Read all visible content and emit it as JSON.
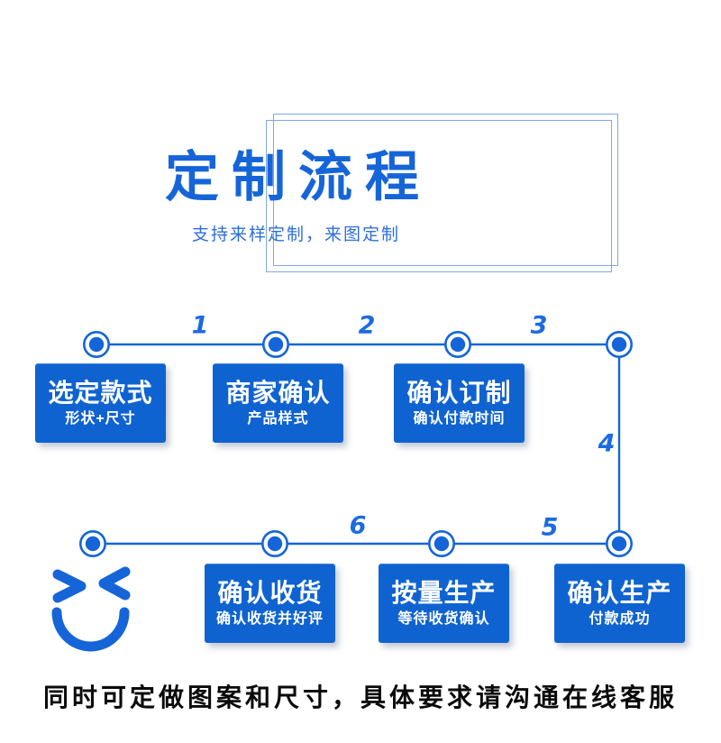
{
  "colors": {
    "primary_blue": "#1565d8",
    "box_blue": "#0f63d1",
    "frame_border": "#7da7e8",
    "number_blue": "#1c6be0",
    "subtitle_blue": "#2e6fd9",
    "footer_black": "#0a0a0a"
  },
  "header": {
    "title": "定制流程",
    "subtitle": "支持来样定制，来图定制"
  },
  "flow": {
    "labels": [
      "1",
      "2",
      "3",
      "4",
      "5",
      "6"
    ],
    "boxes": [
      {
        "title": "选定款式",
        "subtitle": "形状+尺寸"
      },
      {
        "title": "商家确认",
        "subtitle": "产品样式"
      },
      {
        "title": "确认订制",
        "subtitle": "确认付款时间"
      },
      {
        "title": "确认收货",
        "subtitle": "确认收货并好评"
      },
      {
        "title": "按量生产",
        "subtitle": "等待收货确认"
      },
      {
        "title": "确认生产",
        "subtitle": "付款成功"
      }
    ],
    "finish_icon": "winking-smiley-icon"
  },
  "footer": {
    "note": "同时可定做图案和尺寸，具体要求请沟通在线客服"
  }
}
